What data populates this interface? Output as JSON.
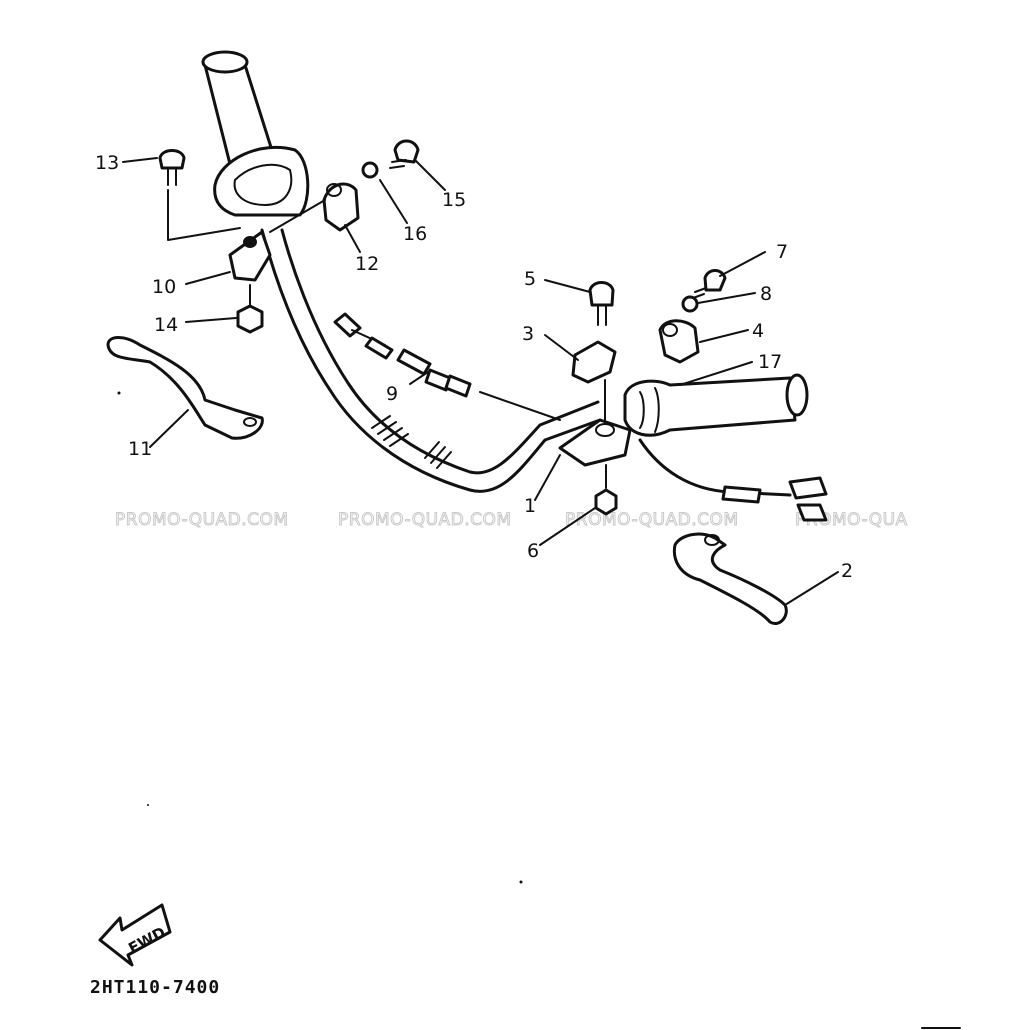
{
  "diagram_code": "2HT110-7400",
  "fwd_label": "FWD",
  "watermark_text": "PROMO-QUAD.COM",
  "watermark_partial": "PROMO-QUA",
  "callouts": [
    {
      "id": "1",
      "label": "1"
    },
    {
      "id": "2",
      "label": "2"
    },
    {
      "id": "3",
      "label": "3"
    },
    {
      "id": "4",
      "label": "4"
    },
    {
      "id": "5",
      "label": "5"
    },
    {
      "id": "6",
      "label": "6"
    },
    {
      "id": "7",
      "label": "7"
    },
    {
      "id": "8",
      "label": "8"
    },
    {
      "id": "9",
      "label": "9"
    },
    {
      "id": "10",
      "label": "10"
    },
    {
      "id": "11",
      "label": "11"
    },
    {
      "id": "12",
      "label": "12"
    },
    {
      "id": "13",
      "label": "13"
    },
    {
      "id": "14",
      "label": "14"
    },
    {
      "id": "15",
      "label": "15"
    },
    {
      "id": "16",
      "label": "16"
    },
    {
      "id": "17",
      "label": "17"
    }
  ],
  "colors": {
    "line": "#111111",
    "watermark": "#c9c9c9",
    "background": "#ffffff"
  }
}
